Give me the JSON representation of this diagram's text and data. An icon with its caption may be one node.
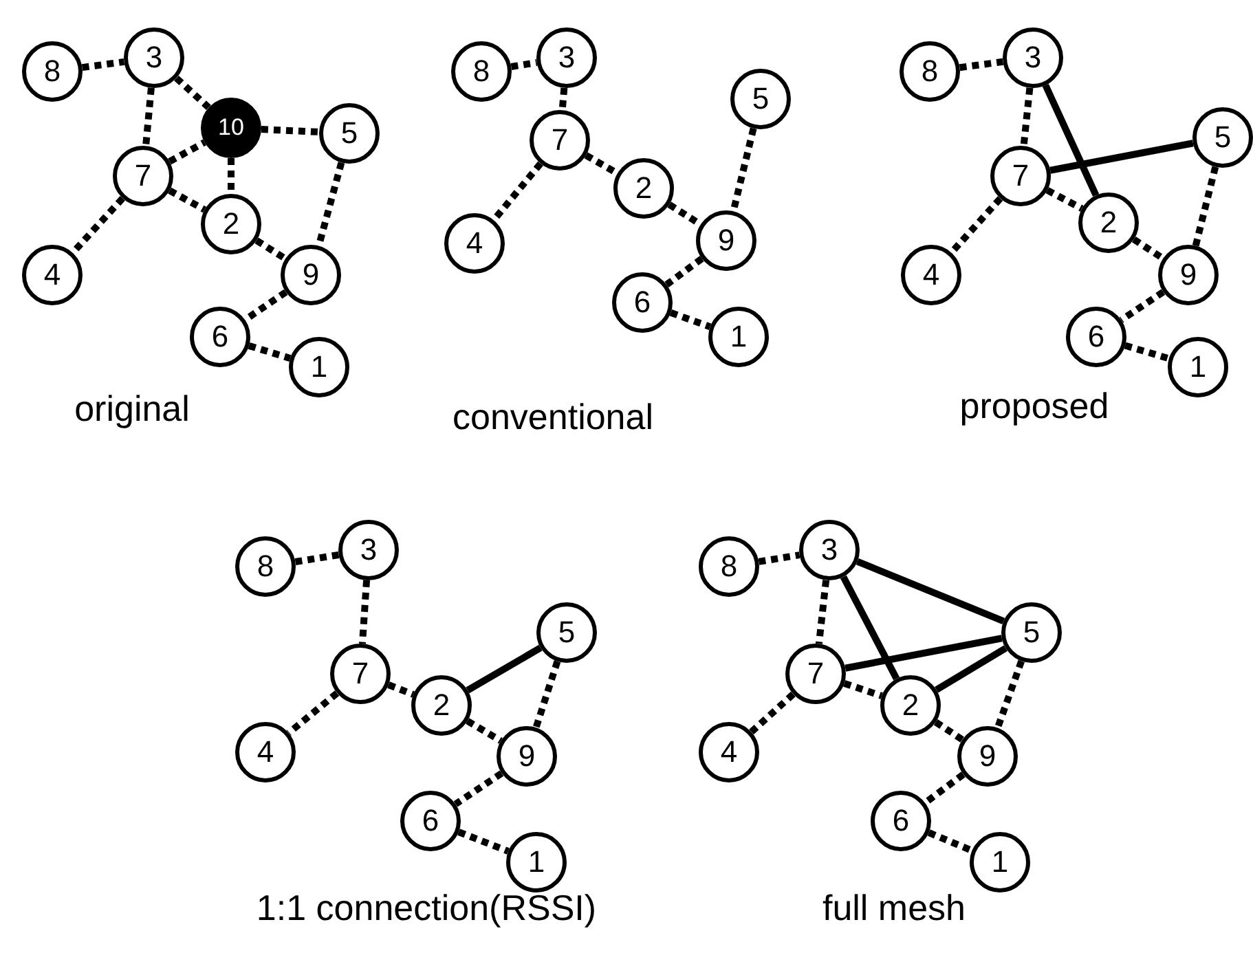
{
  "diagram": {
    "nodes": [
      {
        "text": [
          "3"
        ]
      },
      {
        "text": [
          "8"
        ]
      },
      {
        "text": [
          "10"
        ]
      },
      {
        "text": [
          "5"
        ]
      },
      {
        "text": [
          "7"
        ]
      },
      {
        "text": [
          "2"
        ]
      },
      {
        "text": [
          "9"
        ]
      },
      {
        "text": [
          "4"
        ]
      },
      {
        "text": [
          "6"
        ]
      },
      {
        "text": [
          "1"
        ]
      },
      {
        "text": [
          "3"
        ]
      },
      {
        "text": [
          "8"
        ]
      },
      {
        "text": [
          "5"
        ]
      },
      {
        "text": [
          "7"
        ]
      },
      {
        "text": [
          "2"
        ]
      },
      {
        "text": [
          "9"
        ]
      },
      {
        "text": [
          "4"
        ]
      },
      {
        "text": [
          "6"
        ]
      },
      {
        "text": [
          "1"
        ]
      },
      {
        "text": [
          "3"
        ]
      },
      {
        "text": [
          "8"
        ]
      },
      {
        "text": [
          "5"
        ]
      },
      {
        "text": [
          "7"
        ]
      },
      {
        "text": [
          "2"
        ]
      },
      {
        "text": [
          "9"
        ]
      },
      {
        "text": [
          "4"
        ]
      },
      {
        "text": [
          "6"
        ]
      },
      {
        "text": [
          "1"
        ]
      },
      {
        "text": [
          "3"
        ]
      },
      {
        "text": [
          "8"
        ]
      },
      {
        "text": [
          "5"
        ]
      },
      {
        "text": [
          "7"
        ]
      },
      {
        "text": [
          "2"
        ]
      },
      {
        "text": [
          "9"
        ]
      },
      {
        "text": [
          "4"
        ]
      },
      {
        "text": [
          "6"
        ]
      },
      {
        "text": [
          "1"
        ]
      },
      {
        "text": [
          "3"
        ]
      },
      {
        "text": [
          "8"
        ]
      },
      {
        "text": [
          "5"
        ]
      },
      {
        "text": [
          "7"
        ]
      },
      {
        "text": [
          "2"
        ]
      },
      {
        "text": [
          "9"
        ]
      },
      {
        "text": [
          "4"
        ]
      },
      {
        "text": [
          "6"
        ]
      },
      {
        "text": [
          "1"
        ]
      }
    ],
    "edges": [
      {
        "from": 1,
        "to": 0,
        "arrow": "none",
        "style": "dashed"
      },
      {
        "from": 0,
        "to": 4,
        "arrow": "none",
        "style": "dashed"
      },
      {
        "from": 0,
        "to": 2,
        "arrow": "none",
        "style": "dashed"
      },
      {
        "from": 4,
        "to": 2,
        "arrow": "none",
        "style": "dashed"
      },
      {
        "from": 2,
        "to": 3,
        "arrow": "none",
        "style": "dashed"
      },
      {
        "from": 2,
        "to": 5,
        "arrow": "none",
        "style": "dashed"
      },
      {
        "from": 4,
        "to": 7,
        "arrow": "none",
        "style": "dashed"
      },
      {
        "from": 4,
        "to": 5,
        "arrow": "none",
        "style": "dashed"
      },
      {
        "from": 5,
        "to": 6,
        "arrow": "none",
        "style": "dashed"
      },
      {
        "from": 3,
        "to": 6,
        "arrow": "none",
        "style": "dashed"
      },
      {
        "from": 6,
        "to": 8,
        "arrow": "none",
        "style": "dashed"
      },
      {
        "from": 8,
        "to": 9,
        "arrow": "none",
        "style": "dashed"
      },
      {
        "from": 11,
        "to": 10,
        "arrow": "none",
        "style": "dashed"
      },
      {
        "from": 10,
        "to": 13,
        "arrow": "none",
        "style": "dashed"
      },
      {
        "from": 13,
        "to": 16,
        "arrow": "none",
        "style": "dashed"
      },
      {
        "from": 13,
        "to": 14,
        "arrow": "none",
        "style": "dashed"
      },
      {
        "from": 14,
        "to": 15,
        "arrow": "none",
        "style": "dashed"
      },
      {
        "from": 12,
        "to": 15,
        "arrow": "none",
        "style": "dashed"
      },
      {
        "from": 15,
        "to": 17,
        "arrow": "none",
        "style": "dashed"
      },
      {
        "from": 17,
        "to": 18,
        "arrow": "none",
        "style": "dashed"
      },
      {
        "from": 20,
        "to": 19,
        "arrow": "none",
        "style": "dashed"
      },
      {
        "from": 19,
        "to": 22,
        "arrow": "none",
        "style": "dashed"
      },
      {
        "from": 19,
        "to": 23,
        "arrow": "none"
      },
      {
        "from": 22,
        "to": 21,
        "arrow": "none"
      },
      {
        "from": 22,
        "to": 25,
        "arrow": "none",
        "style": "dashed"
      },
      {
        "from": 22,
        "to": 23,
        "arrow": "none",
        "style": "dashed"
      },
      {
        "from": 23,
        "to": 24,
        "arrow": "none",
        "style": "dashed"
      },
      {
        "from": 21,
        "to": 24,
        "arrow": "none",
        "style": "dashed"
      },
      {
        "from": 24,
        "to": 26,
        "arrow": "none",
        "style": "dashed"
      },
      {
        "from": 26,
        "to": 27,
        "arrow": "none",
        "style": "dashed"
      },
      {
        "from": 29,
        "to": 28,
        "arrow": "none",
        "style": "dashed"
      },
      {
        "from": 28,
        "to": 31,
        "arrow": "none",
        "style": "dashed"
      },
      {
        "from": 32,
        "to": 30,
        "arrow": "none"
      },
      {
        "from": 31,
        "to": 34,
        "arrow": "none",
        "style": "dashed"
      },
      {
        "from": 31,
        "to": 32,
        "arrow": "none",
        "style": "dashed"
      },
      {
        "from": 32,
        "to": 33,
        "arrow": "none",
        "style": "dashed"
      },
      {
        "from": 30,
        "to": 33,
        "arrow": "none",
        "style": "dashed"
      },
      {
        "from": 33,
        "to": 35,
        "arrow": "none",
        "style": "dashed"
      },
      {
        "from": 35,
        "to": 36,
        "arrow": "none",
        "style": "dashed"
      },
      {
        "from": 38,
        "to": 37,
        "arrow": "none",
        "style": "dashed"
      },
      {
        "from": 37,
        "to": 40,
        "arrow": "none",
        "style": "dashed"
      },
      {
        "from": 37,
        "to": 39,
        "arrow": "none"
      },
      {
        "from": 37,
        "to": 41,
        "arrow": "none"
      },
      {
        "from": 40,
        "to": 39,
        "arrow": "none"
      },
      {
        "from": 41,
        "to": 39,
        "arrow": "none"
      },
      {
        "from": 40,
        "to": 43,
        "arrow": "none",
        "style": "dashed"
      },
      {
        "from": 40,
        "to": 41,
        "arrow": "none",
        "style": "dashed"
      },
      {
        "from": 41,
        "to": 42,
        "arrow": "none",
        "style": "dashed"
      },
      {
        "from": 39,
        "to": 42,
        "arrow": "none",
        "style": "dashed"
      },
      {
        "from": 42,
        "to": 44,
        "arrow": "none",
        "style": "dashed"
      },
      {
        "from": 44,
        "to": 45,
        "arrow": "none",
        "style": "dashed"
      }
    ],
    "labels": [
      "original",
      "conventional",
      "proposed",
      "1:1 connection(RSSI)",
      "full mesh"
    ]
  }
}
